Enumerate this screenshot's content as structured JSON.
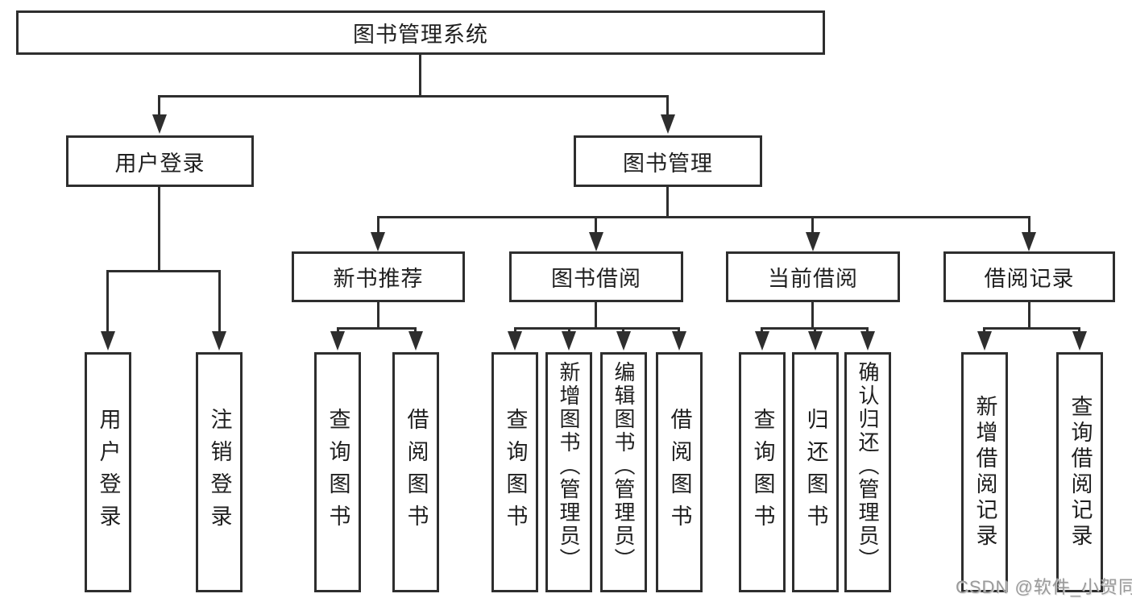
{
  "diagram": {
    "root": "图书管理系统",
    "branches": [
      {
        "label": "用户登录",
        "children": [
          "用户登录",
          "注销登录"
        ]
      },
      {
        "label": "图书管理",
        "sections": [
          {
            "label": "新书推荐",
            "children": [
              "查询图书",
              "借阅图书"
            ]
          },
          {
            "label": "图书借阅",
            "children": [
              "查询图书",
              "新增图书（管理员）",
              "编辑图书（管理员）",
              "借阅图书"
            ]
          },
          {
            "label": "当前借阅",
            "children": [
              "查询图书",
              "归还图书",
              "确认归还（管理员）"
            ]
          },
          {
            "label": "借阅记录",
            "children": [
              "新增借阅记录",
              "查询借阅记录"
            ]
          }
        ]
      }
    ]
  },
  "watermark": {
    "text": "CSDN @软件_小贺同学"
  },
  "colors": {
    "line": "#2e2e2e",
    "text": "#1f1f1f",
    "background": "#ffffff",
    "watermark": "#9a9a9a"
  }
}
